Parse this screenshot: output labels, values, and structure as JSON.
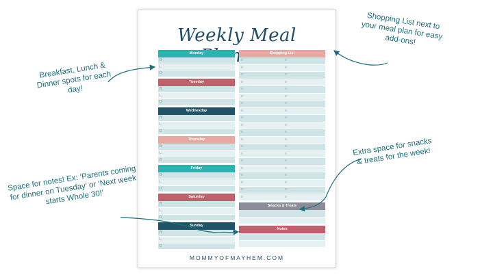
{
  "planner": {
    "title": "Weekly Meal Planner",
    "footer": "MOMMYOFMAYHEM.COM",
    "row_labels": [
      "B",
      "L",
      "D"
    ],
    "bullet": "o",
    "days": [
      {
        "name": "Monday",
        "color": "#2bb3b1"
      },
      {
        "name": "Tuesday",
        "color": "#c0606c"
      },
      {
        "name": "Wednesday",
        "color": "#1e5368"
      },
      {
        "name": "Thursday",
        "color": "#e8a7a1"
      },
      {
        "name": "Friday",
        "color": "#2bb3b1"
      },
      {
        "name": "Saturday",
        "color": "#c0606c"
      },
      {
        "name": "Sunday",
        "color": "#1e5368"
      }
    ],
    "shopping_list": {
      "label": "Shopping List",
      "color": "#e8a7a1",
      "rows": 20
    },
    "snacks": {
      "label": "Snacks & Treats",
      "color": "#8d8d9a",
      "rows": 2
    },
    "notes": {
      "label": "Notes",
      "color": "#c0606c",
      "rows": 2
    }
  },
  "callouts": {
    "meals": "Breakfast, Lunch & Dinner spots for each day!",
    "shopping": "Shopping List next to your meal plan for easy add-ons!",
    "snacks": "Extra space for snacks & treats for the week!",
    "notes": "Space for notes! Ex: ‘Parents coming for dinner on Tuesday’ or ‘Next week starts Whole 30!’"
  },
  "colors": {
    "accent": "#1d6d7c",
    "title": "#1f4f68"
  }
}
